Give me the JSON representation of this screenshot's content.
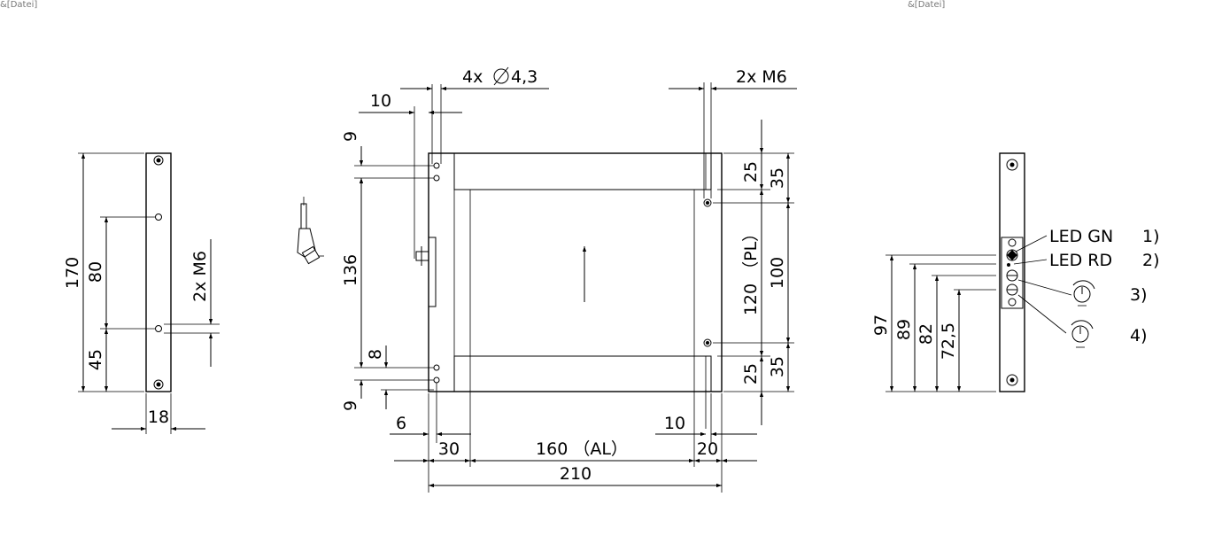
{
  "header": {
    "left": "&[Datei]",
    "right": "&[Datei]"
  },
  "side_view": {
    "overall_height": "170",
    "hole_spacing": "80",
    "bottom_offset": "45",
    "thread": "2x M6",
    "width": "18"
  },
  "front_view": {
    "holes": "4x",
    "hole_diameter": "4,3",
    "thread": "2x M6",
    "top_offset_left": "10",
    "top_gap": "9",
    "hole_distance": "136",
    "bottom_gap_8": "8",
    "bottom_gap_9": "9",
    "offset_6": "6",
    "width_30": "30",
    "active_length": "160 （AL）",
    "width_20": "20",
    "offset_10": "10",
    "overall_width": "210",
    "right_25_top": "25",
    "right_35_top": "35",
    "protected_length": "120 （PL）",
    "right_100": "100",
    "right_25_bottom": "25",
    "right_35_bottom": "35"
  },
  "led_view": {
    "led_green": "LED GN",
    "led_green_note": "1)",
    "led_red": "LED RD",
    "led_red_note": "2)",
    "pot1_note": "3)",
    "pot2_note": "4)",
    "dim_97": "97",
    "dim_89": "89",
    "dim_82": "82",
    "dim_72_5": "72,5"
  }
}
